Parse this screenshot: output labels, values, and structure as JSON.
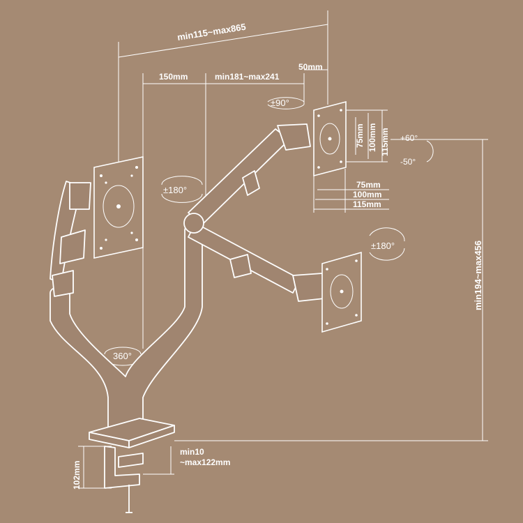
{
  "colors": {
    "background": "#a58a73",
    "line": "#ffffff"
  },
  "dimensions": {
    "total_reach": "min115~max865",
    "monitor_offset": "50mm",
    "left_span": "150mm",
    "arm_reach": "min181~max241",
    "vesa_v_75": "75mm",
    "vesa_v_100": "100mm",
    "vesa_v_115": "115mm",
    "vesa_h_75": "75mm",
    "vesa_h_100": "100mm",
    "vesa_h_115": "115mm",
    "height_range": "min194~max456",
    "clamp_height": "102mm",
    "desk_range_line1": "min10",
    "desk_range_line2": "~max122mm"
  },
  "rotations": {
    "tilt_90": "±90°",
    "tilt_up": "+60°",
    "tilt_down": "-50°",
    "swivel_left": "±180°",
    "swivel_right": "±180°",
    "base_rotation": "360°"
  },
  "icons": [
    "rotation-arrow-icon",
    "vesa-plate-icon",
    "desk-clamp-icon"
  ]
}
